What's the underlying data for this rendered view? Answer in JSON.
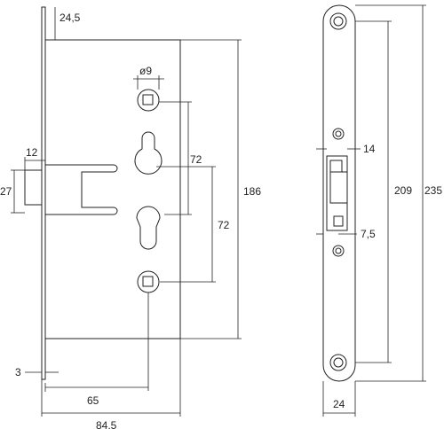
{
  "dimensions": {
    "top_offset": "24,5",
    "follower_diameter": "ø9",
    "latch_projection": "12",
    "latch_height": "27",
    "distance_upper": "72",
    "distance_lower": "72",
    "case_height": "186",
    "faceplate_thickness": "3",
    "backset": "65",
    "case_depth": "84,5",
    "strike_width_right": "14",
    "strike_offset": "7,5",
    "strike_hole_spacing": "209",
    "strike_height": "235",
    "strike_width": "24"
  }
}
